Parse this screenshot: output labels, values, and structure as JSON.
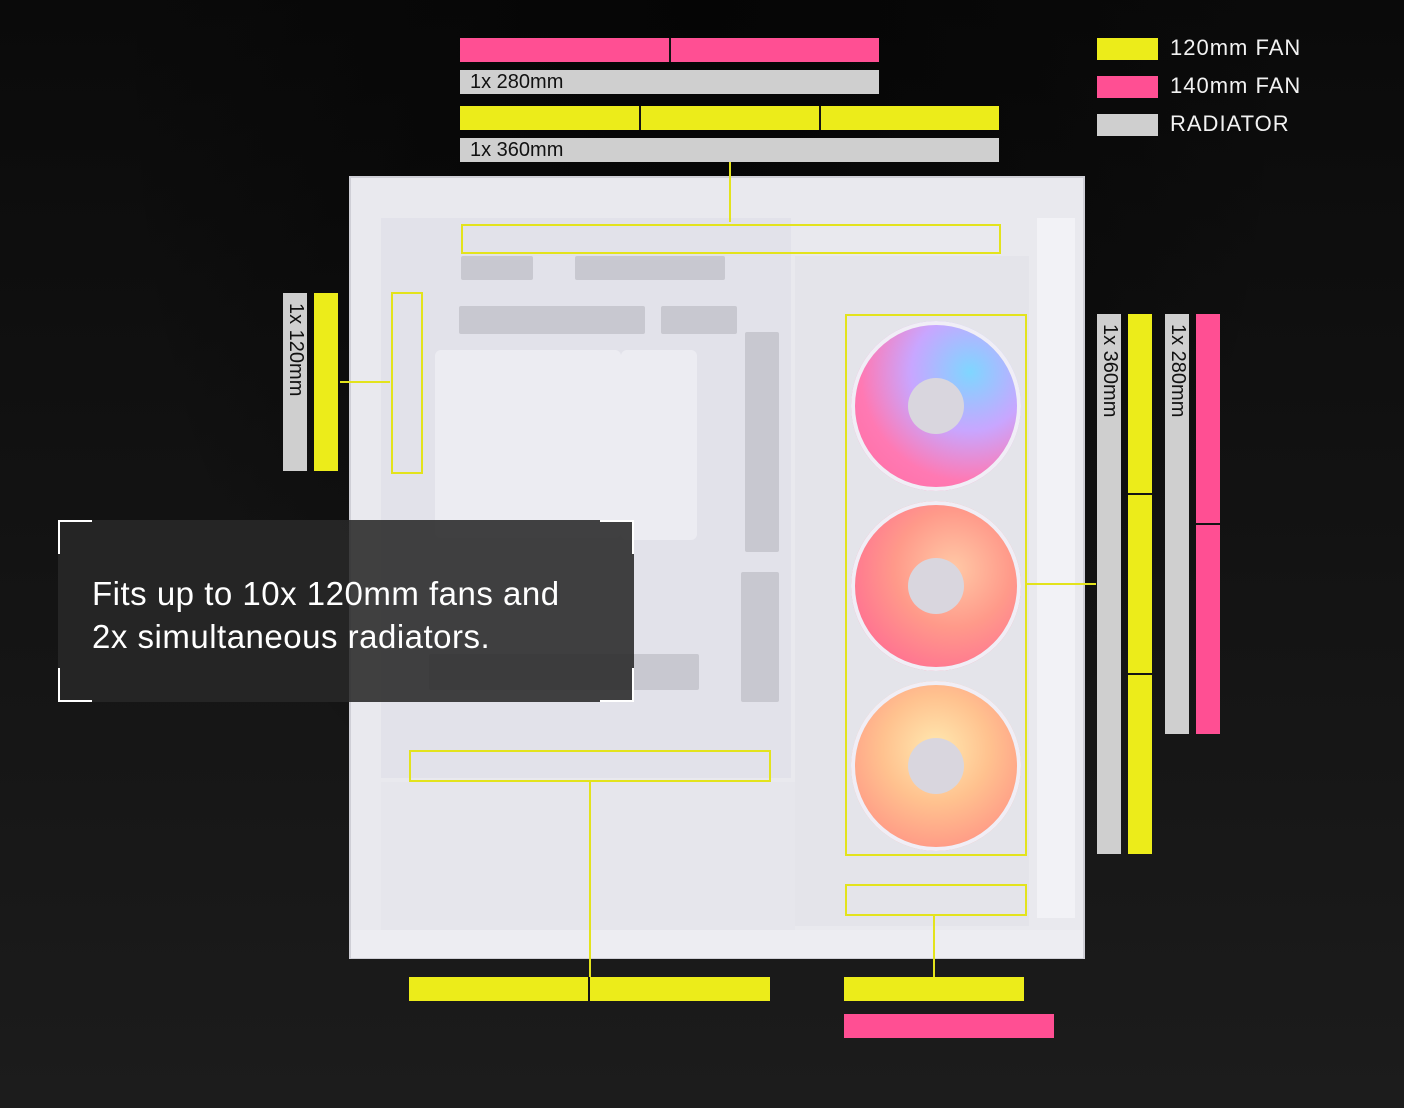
{
  "legend": {
    "fan120": {
      "label": "120mm FAN",
      "color": "#ecec1a"
    },
    "fan140": {
      "label": "140mm FAN",
      "color": "#ff4f93"
    },
    "radiator": {
      "label": "RADIATOR",
      "color": "#cfcfcf"
    }
  },
  "top_mount": {
    "radiator_280": "1x 280mm",
    "radiator_360": "1x 360mm",
    "fans_140": 2,
    "fans_120": 3
  },
  "rear_mount": {
    "radiator_120": "1x 120mm",
    "fans_120": 1
  },
  "side_mount": {
    "radiator_360": "1x 360mm",
    "radiator_280": "1x 280mm",
    "fans_120": 3,
    "fans_140": 2
  },
  "bottom_mount": {
    "psu_shroud_fans_120": 2,
    "front_bottom_fans_120": 1,
    "front_bottom_fans_140": 1
  },
  "info": {
    "line1": "Fits up to 10x 120mm fans and",
    "line2": "2x simultaneous radiators."
  }
}
